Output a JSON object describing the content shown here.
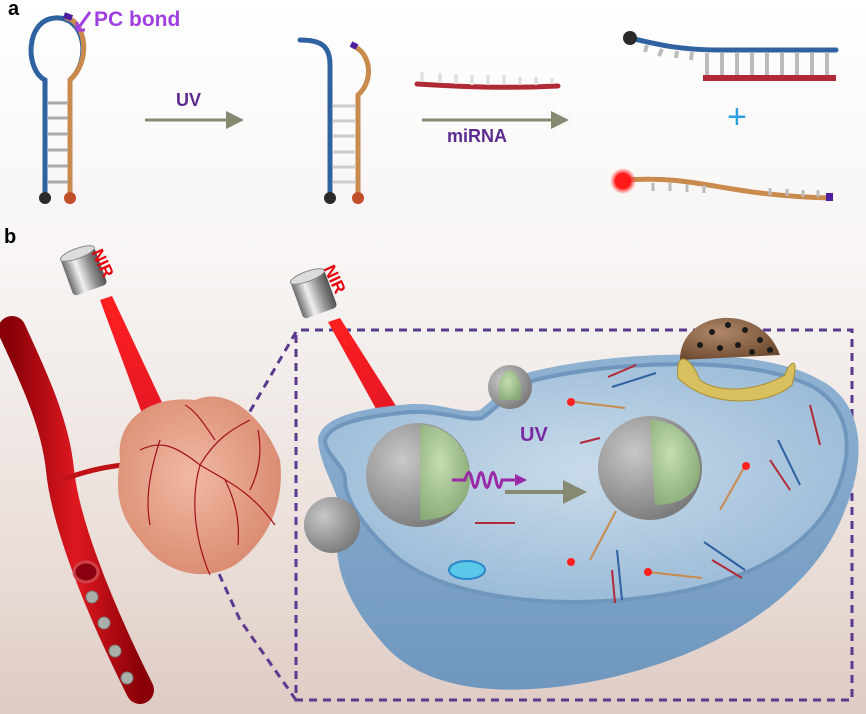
{
  "panels": {
    "a": {
      "label": "a",
      "pc_bond_label": "PC bond",
      "step1_label": "UV",
      "step2_label": "miRNA",
      "plus_sign": "+"
    },
    "b": {
      "label": "b",
      "laser1_label": "NIR",
      "laser2_label": "NIR",
      "uv_label": "UV"
    }
  },
  "colors": {
    "strand_blue": "#2f62a0",
    "strand_orange": "#c98a4e",
    "pc_bond": "#4b1fa0",
    "mirna_red": "#b02a36",
    "quencher": "#2a2a2a",
    "fluorophore": "#ff2020",
    "arrow_gray": "#878a72",
    "text_purple": "#5a2a8e",
    "pc_label_purple": "#a040e0",
    "plus_blue": "#2aa0e0",
    "nir_red": "#e8000a",
    "cell_blue": "#9dbfdc",
    "tumor": "#e8a088",
    "vessel": "#c01018",
    "dashed_box": "#5a3a8e"
  }
}
